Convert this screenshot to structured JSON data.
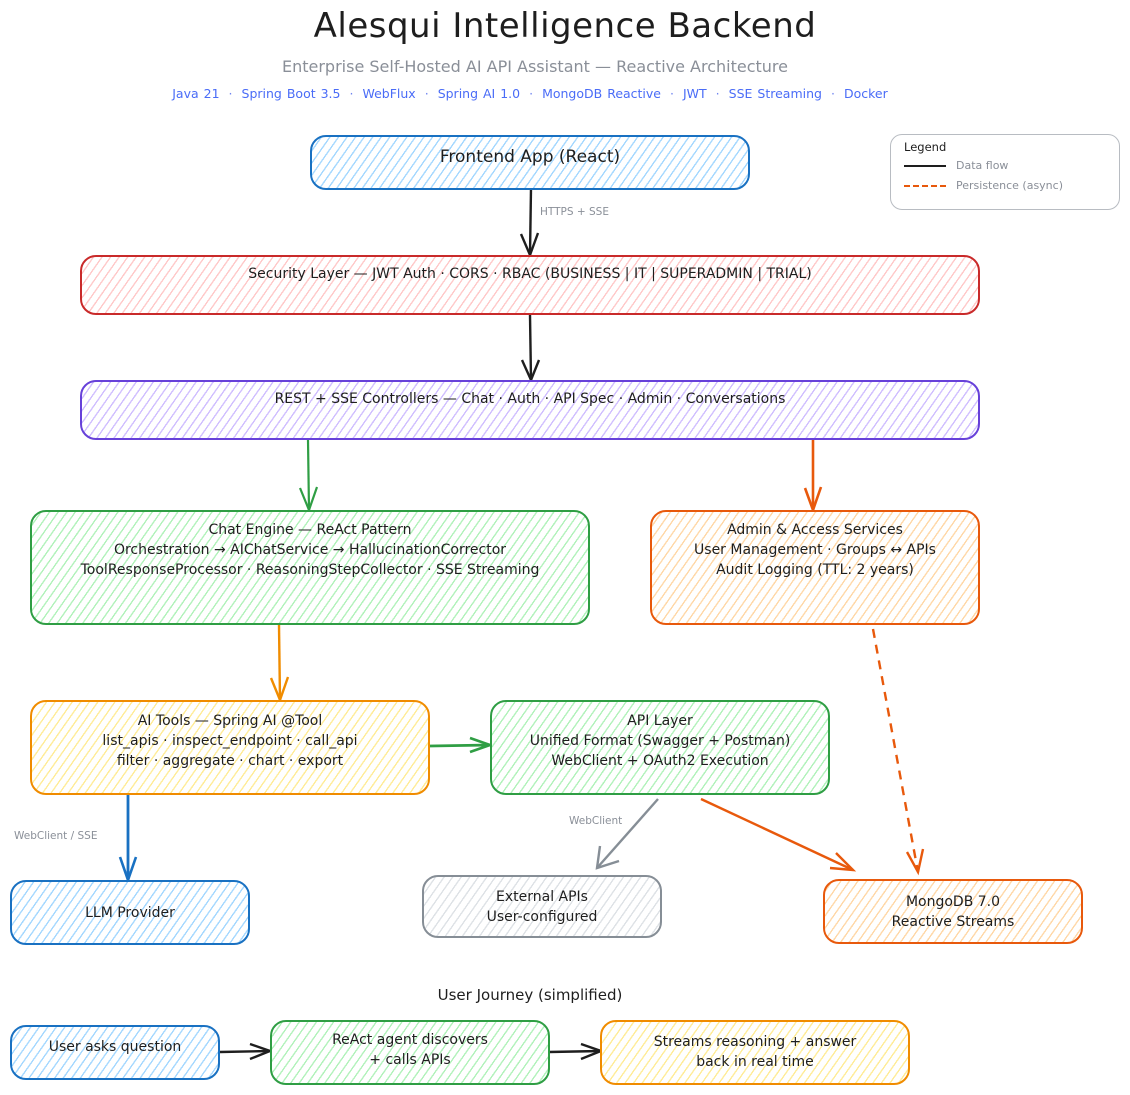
{
  "header": {
    "title": "Alesqui Intelligence Backend",
    "subtitle": "Enterprise Self-Hosted AI API Assistant — Reactive Architecture",
    "tech_stack": [
      "Java 21",
      "Spring Boot 3.5",
      "WebFlux",
      "Spring AI 1.0",
      "MongoDB Reactive",
      "JWT",
      "SSE Streaming",
      "Docker"
    ],
    "tech_separator": "·"
  },
  "legend": {
    "title": "Legend",
    "items": [
      {
        "label": "Data flow",
        "style": "solid",
        "color": "#1e1e1e"
      },
      {
        "label": "Persistence (async)",
        "style": "dashed",
        "color": "#e8590c"
      }
    ]
  },
  "nodes": {
    "frontend": {
      "lines": [
        "Frontend App (React)"
      ],
      "color": "#1971c2"
    },
    "security": {
      "lines": [
        "Security Layer — JWT Auth · CORS · RBAC (BUSINESS | IT | SUPERADMIN | TRIAL)"
      ],
      "color": "#c92a2a"
    },
    "controllers": {
      "lines": [
        "REST + SSE Controllers — Chat · Auth · API Spec · Admin · Conversations"
      ],
      "color": "#6741d9"
    },
    "chat_engine": {
      "lines": [
        "Chat Engine — ReAct Pattern",
        "Orchestration → AIChatService → HallucinationCorrector",
        "ToolResponseProcessor · ReasoningStepCollector · SSE Streaming"
      ],
      "color": "#2f9e44"
    },
    "admin": {
      "lines": [
        "Admin & Access Services",
        "User Management · Groups ↔ APIs",
        "Audit Logging (TTL: 2 years)"
      ],
      "color": "#e8590c"
    },
    "ai_tools": {
      "lines": [
        "AI Tools — Spring AI @Tool",
        "list_apis · inspect_endpoint · call_api",
        "filter · aggregate · chart · export"
      ],
      "color": "#f08c00"
    },
    "api_layer": {
      "lines": [
        "API Layer",
        "Unified Format (Swagger + Postman)",
        "WebClient + OAuth2 Execution"
      ],
      "color": "#2f9e44"
    },
    "llm": {
      "lines": [
        "LLM Provider"
      ],
      "color": "#1971c2"
    },
    "external": {
      "lines": [
        "External APIs",
        "User-configured"
      ],
      "color": "#868e96"
    },
    "mongodb": {
      "lines": [
        "MongoDB 7.0",
        "Reactive Streams"
      ],
      "color": "#e8590c"
    }
  },
  "edges": [
    {
      "from": "frontend",
      "to": "security",
      "label": "HTTPS + SSE",
      "style": "solid",
      "color": "#1e1e1e"
    },
    {
      "from": "security",
      "to": "controllers",
      "label": "",
      "style": "solid",
      "color": "#1e1e1e"
    },
    {
      "from": "controllers",
      "to": "chat_engine",
      "label": "",
      "style": "solid",
      "color": "#2f9e44"
    },
    {
      "from": "controllers",
      "to": "admin",
      "label": "",
      "style": "solid",
      "color": "#e8590c"
    },
    {
      "from": "chat_engine",
      "to": "ai_tools",
      "label": "",
      "style": "solid",
      "color": "#f08c00"
    },
    {
      "from": "ai_tools",
      "to": "api_layer",
      "label": "",
      "style": "solid",
      "color": "#2f9e44"
    },
    {
      "from": "ai_tools",
      "to": "llm",
      "label": "WebClient / SSE",
      "style": "solid",
      "color": "#1971c2"
    },
    {
      "from": "api_layer",
      "to": "external",
      "label": "WebClient",
      "style": "solid",
      "color": "#868e96"
    },
    {
      "from": "api_layer",
      "to": "mongodb",
      "label": "",
      "style": "solid",
      "color": "#e8590c"
    },
    {
      "from": "admin",
      "to": "mongodb",
      "label": "",
      "style": "dashed",
      "color": "#e8590c"
    }
  ],
  "journey": {
    "title": "User Journey (simplified)",
    "steps": [
      {
        "lines": [
          "User asks question"
        ],
        "color": "#1971c2"
      },
      {
        "lines": [
          "ReAct agent discovers",
          "+ calls APIs"
        ],
        "color": "#2f9e44"
      },
      {
        "lines": [
          "Streams reasoning + answer",
          "back in real time"
        ],
        "color": "#f08c00"
      }
    ]
  }
}
